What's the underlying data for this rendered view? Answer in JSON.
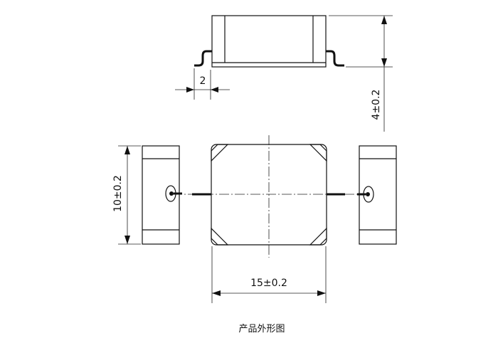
{
  "dimensions": {
    "lead_pitch": "2",
    "height": "4±0.2",
    "width": "10±0.2",
    "length": "15±0.2"
  },
  "caption": "产品外形图"
}
